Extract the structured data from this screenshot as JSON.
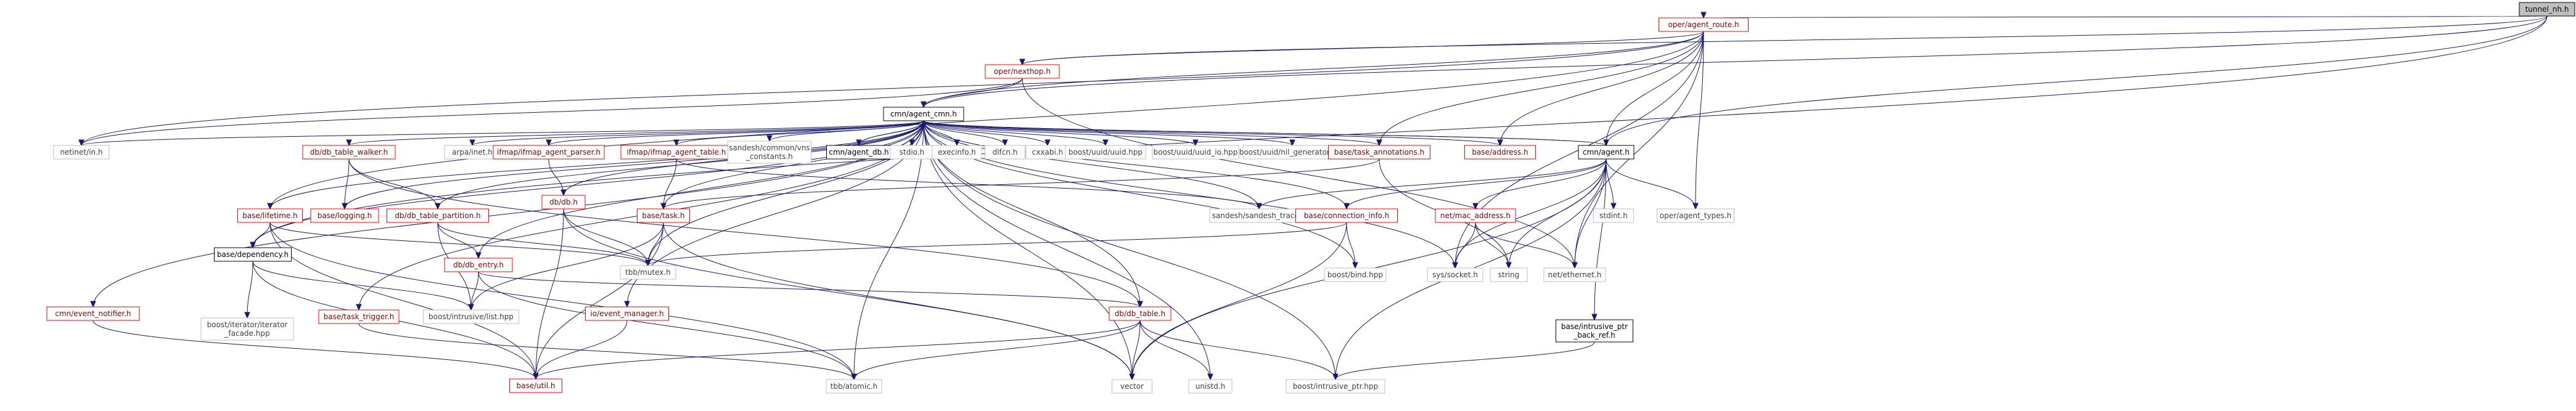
{
  "diagram": {
    "title": "tunnel_nh.h",
    "colors": {
      "root_fill": "#bfbfbf",
      "root_border": "#000000",
      "local_fill": "#ffffff",
      "local_border": "#000000",
      "link_border": "#ff0000",
      "external_border": "#bfbfbf",
      "edge": "#191970",
      "text_internal": "#000000",
      "text_link": "#8b0000",
      "text_external": "#404040"
    },
    "nodes": [
      {
        "id": "tunnel_nh",
        "label": "tunnel_nh.h",
        "kind": "root"
      },
      {
        "id": "agent_route",
        "label": "oper/agent_route.h",
        "kind": "link"
      },
      {
        "id": "nexthop",
        "label": "oper/nexthop.h",
        "kind": "link"
      },
      {
        "id": "cmn_agent_cmn",
        "label": "cmn/agent_cmn.h",
        "kind": "local"
      },
      {
        "id": "netinet_in",
        "label": "netinet/in.h",
        "kind": "external"
      },
      {
        "id": "base_lifetime",
        "label": "base/lifetime.h",
        "kind": "link"
      },
      {
        "id": "base_dependency",
        "label": "base/dependency.h",
        "kind": "local"
      },
      {
        "id": "cmn_event_notifier",
        "label": "cmn/event_notifier.h",
        "kind": "link"
      },
      {
        "id": "iterator_facade",
        "label": "boost/iterator/iterator\n_facade.hpp",
        "kind": "external"
      },
      {
        "id": "io_event_manager",
        "label": "io/event_manager.h",
        "kind": "link"
      },
      {
        "id": "base_util",
        "label": "base/util.h",
        "kind": "link"
      },
      {
        "id": "db_table_walker",
        "label": "db/db_table_walker.h",
        "kind": "link"
      },
      {
        "id": "base_logging",
        "label": "base/logging.h",
        "kind": "link"
      },
      {
        "id": "db_table_partition",
        "label": "db/db_table_partition.h",
        "kind": "link"
      },
      {
        "id": "db_entry",
        "label": "db/db_entry.h",
        "kind": "link"
      },
      {
        "id": "intrusive_list",
        "label": "boost/intrusive/list.hpp",
        "kind": "external"
      },
      {
        "id": "base_task_trigger",
        "label": "base/task_trigger.h",
        "kind": "link"
      },
      {
        "id": "arpa_inet",
        "label": "arpa/inet.h",
        "kind": "external"
      },
      {
        "id": "ifmap_agent_parser",
        "label": "ifmap/ifmap_agent_parser.h",
        "kind": "link"
      },
      {
        "id": "db_db",
        "label": "db/db.h",
        "kind": "link"
      },
      {
        "id": "ifmap_agent_table",
        "label": "ifmap/ifmap_agent_table.h",
        "kind": "link"
      },
      {
        "id": "base_task",
        "label": "base/task.h",
        "kind": "link"
      },
      {
        "id": "tbb_mutex",
        "label": "tbb/mutex.h",
        "kind": "external"
      },
      {
        "id": "sandesh_vns",
        "label": "sandesh/common/vns\n_constants.h",
        "kind": "external"
      },
      {
        "id": "cmn_agent_db",
        "label": "cmn/agent_db.h",
        "kind": "local"
      },
      {
        "id": "stdio",
        "label": "stdio.h",
        "kind": "external"
      },
      {
        "id": "execinfo",
        "label": "execinfo.h",
        "kind": "external"
      },
      {
        "id": "dlfcn",
        "label": "dlfcn.h",
        "kind": "external"
      },
      {
        "id": "cxxabi",
        "label": "cxxabi.h",
        "kind": "external"
      },
      {
        "id": "uuid_hpp",
        "label": "boost/uuid/uuid.hpp",
        "kind": "external"
      },
      {
        "id": "uuid_io",
        "label": "boost/uuid/uuid_io.hpp",
        "kind": "external"
      },
      {
        "id": "uuid_gen",
        "label": "boost/uuid/nil_generator.hpp",
        "kind": "external"
      },
      {
        "id": "sandesh_trace",
        "label": "sandesh/sandesh_trace.h",
        "kind": "external"
      },
      {
        "id": "base_task_annotations",
        "label": "base/task_annotations.h",
        "kind": "link"
      },
      {
        "id": "base_address",
        "label": "base/address.h",
        "kind": "link"
      },
      {
        "id": "cmn_agent",
        "label": "cmn/agent.h",
        "kind": "local"
      },
      {
        "id": "base_connection_info",
        "label": "base/connection_info.h",
        "kind": "link"
      },
      {
        "id": "boost_bind",
        "label": "boost/bind.hpp",
        "kind": "external"
      },
      {
        "id": "db_table",
        "label": "db/db_table.h",
        "kind": "link"
      },
      {
        "id": "tbb_atomic",
        "label": "tbb/atomic.h",
        "kind": "external"
      },
      {
        "id": "vector",
        "label": "vector",
        "kind": "external"
      },
      {
        "id": "unistd",
        "label": "unistd.h",
        "kind": "external"
      },
      {
        "id": "intrusive_ptr",
        "label": "boost/intrusive_ptr.hpp",
        "kind": "external"
      },
      {
        "id": "net_mac_address",
        "label": "net/mac_address.h",
        "kind": "link"
      },
      {
        "id": "sys_socket",
        "label": "sys/socket.h",
        "kind": "external"
      },
      {
        "id": "string",
        "label": "string",
        "kind": "external"
      },
      {
        "id": "net_ethernet",
        "label": "net/ethernet.h",
        "kind": "external"
      },
      {
        "id": "stdint",
        "label": "stdint.h",
        "kind": "external"
      },
      {
        "id": "oper_agent_types",
        "label": "oper/agent_types.h",
        "kind": "external"
      },
      {
        "id": "intrusive_ptr_back_ref",
        "label": "base/intrusive_ptr\n_back_ref.h",
        "kind": "local"
      }
    ]
  }
}
